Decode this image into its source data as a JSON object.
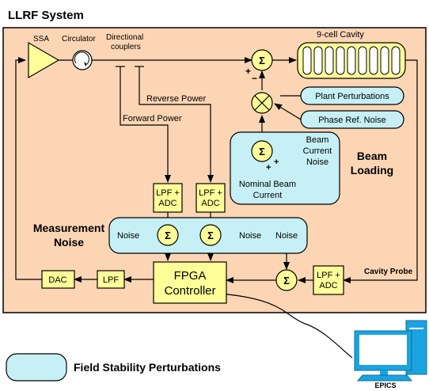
{
  "title": "LLRF System",
  "components": {
    "ssa": "SSA",
    "circulator": "Circulator",
    "directional_couplers_line1": "Directional",
    "directional_couplers_line2": "couplers",
    "cavity": "9-cell Cavity",
    "plant_perturbations": "Plant Perturbations",
    "phase_ref_noise": "Phase Ref. Noise",
    "beam_current_noise_line1": "Beam",
    "beam_current_noise_line2": "Current",
    "beam_current_noise_line3": "Noise",
    "nominal_beam_current_line1": "Nominal Beam",
    "nominal_beam_current_line2": "Current",
    "beam_loading_line1": "Beam",
    "beam_loading_line2": "Loading",
    "reverse_power": "Reverse Power",
    "forward_power": "Forward Power",
    "lpf_adc_line1": "LPF +",
    "lpf_adc_line2": "ADC",
    "measurement_noise_line1": "Measurement",
    "measurement_noise_line2": "Noise",
    "noise": "Noise",
    "fpga_line1": "FPGA",
    "fpga_line2": "Controller",
    "dac": "DAC",
    "lpf": "LPF",
    "cavity_probe": "Cavity Probe",
    "epics": "EPICS"
  },
  "symbols": {
    "sigma": "Σ",
    "plus": "+",
    "minus": "−"
  },
  "legend": {
    "field_stability_perturbations": "Field Stability Perturbations"
  },
  "colors": {
    "system_background": "#fcd5b4",
    "block_yellow": "#ffff99",
    "perturbation_cyan": "#c6f0f6",
    "monitor_blue": "#1aa3e0",
    "line": "#000000"
  }
}
